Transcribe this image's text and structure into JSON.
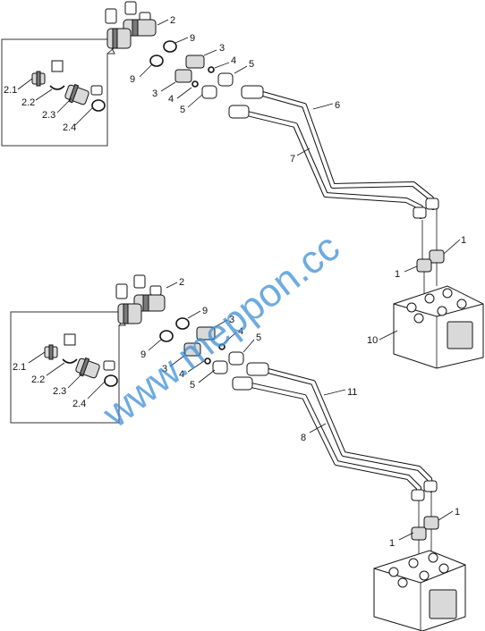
{
  "watermark": "www.meppon.cc",
  "upper_group": {
    "callouts": [
      "2",
      "9",
      "3",
      "4",
      "5",
      "9",
      "3",
      "4",
      "5",
      "6",
      "7",
      "1",
      "1",
      "10"
    ],
    "inset_callouts": [
      "2.1",
      "2.2",
      "2.3",
      "2.4"
    ]
  },
  "lower_group": {
    "callouts": [
      "2",
      "9",
      "3",
      "4",
      "5",
      "9",
      "3",
      "4",
      "5",
      "11",
      "8",
      "1",
      "1"
    ],
    "inset_callouts": [
      "2.1",
      "2.2",
      "2.3",
      "2.4"
    ]
  }
}
